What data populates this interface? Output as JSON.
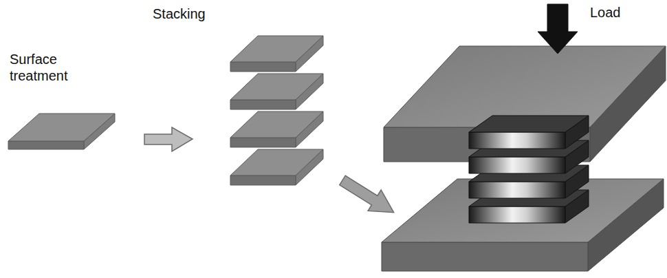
{
  "diagram": {
    "labels": [
      "Surface treatment",
      "Stacking",
      "Load"
    ]
  }
}
